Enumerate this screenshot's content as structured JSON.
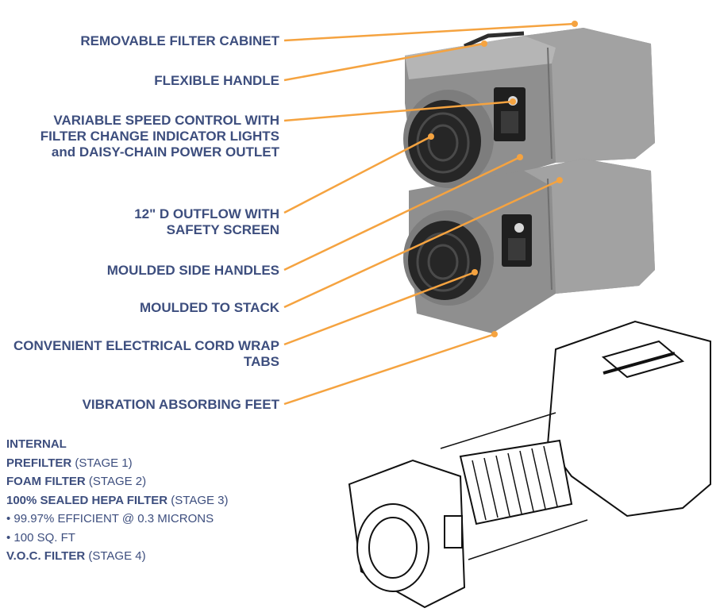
{
  "callouts": [
    {
      "label": "REMOVABLE FILTER CABINET"
    },
    {
      "label": "FLEXIBLE HANDLE"
    },
    {
      "label": "VARIABLE SPEED CONTROL WITH FILTER CHANGE INDICATOR LIGHTS and DAISY-CHAIN POWER OUTLET"
    },
    {
      "label": "12\" D OUTFLOW WITH SAFETY SCREEN"
    },
    {
      "label": "MOULDED SIDE HANDLES"
    },
    {
      "label": "MOULDED TO STACK"
    },
    {
      "label": "CONVENIENT ELECTRICAL CORD WRAP TABS"
    },
    {
      "label": "VIBRATION ABSORBING FEET"
    }
  ],
  "internal": {
    "heading": "INTERNAL",
    "items": [
      {
        "name": "PREFILTER",
        "stage": "(STAGE 1)"
      },
      {
        "name": "FOAM FILTER",
        "stage": "(STAGE 2)"
      },
      {
        "name": "100% SEALED HEPA FILTER",
        "stage": "(STAGE 3)"
      }
    ],
    "bullets": [
      "• 99.97% EFFICIENT @ 0.3 MICRONS",
      "• 100 SQ. FT"
    ],
    "last": {
      "name": "V.O.C. FILTER",
      "stage": "(STAGE 4)"
    }
  },
  "colors": {
    "label": "#3d4e7e",
    "leader": "#f5a340",
    "unit_grey": "#8f8f8f"
  }
}
